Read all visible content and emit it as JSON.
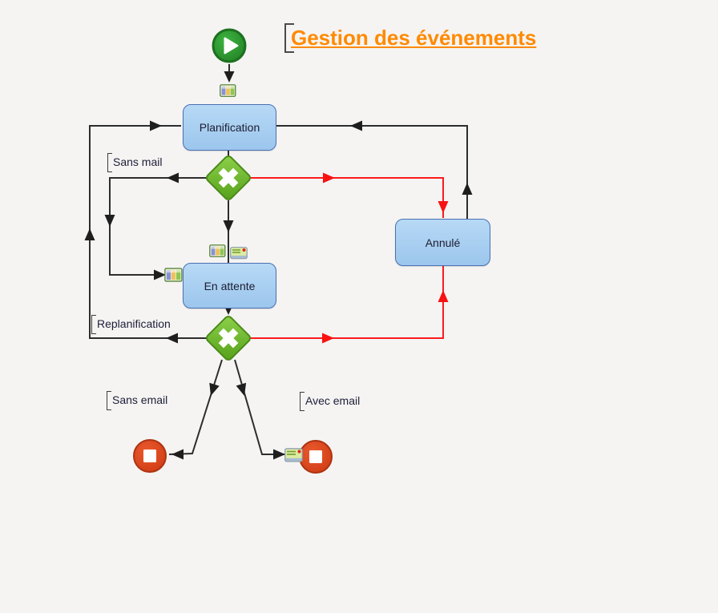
{
  "title": {
    "text": "Gestion des événements"
  },
  "nodes": {
    "start": {
      "type": "start-event"
    },
    "planification": {
      "label": "Planification"
    },
    "en_attente": {
      "label": "En attente"
    },
    "annule": {
      "label": "Annulé"
    },
    "gateway_top": {
      "type": "exclusive-gateway"
    },
    "gateway_bottom": {
      "type": "exclusive-gateway"
    },
    "end_left": {
      "type": "end-event"
    },
    "end_right": {
      "type": "end-event"
    }
  },
  "edge_labels": {
    "sans_mail": "Sans mail",
    "replanification": "Replanification",
    "sans_email": "Sans email",
    "avec_email": "Avec email"
  },
  "icons": {
    "calendar": "calendar-icon",
    "email": "email-icon",
    "play": "play-icon",
    "stop": "stop-square-icon"
  },
  "colors": {
    "background": "#f5f4f3",
    "title_orange": "#ff8a00",
    "task_fill": "#a9cef0",
    "task_border": "#4a70b4",
    "gateway_green": "#6cb32c",
    "start_green": "#2f9e33",
    "end_red": "#e0461f",
    "edge_black": "#2d2d2d",
    "edge_red": "#fb1b1b"
  }
}
